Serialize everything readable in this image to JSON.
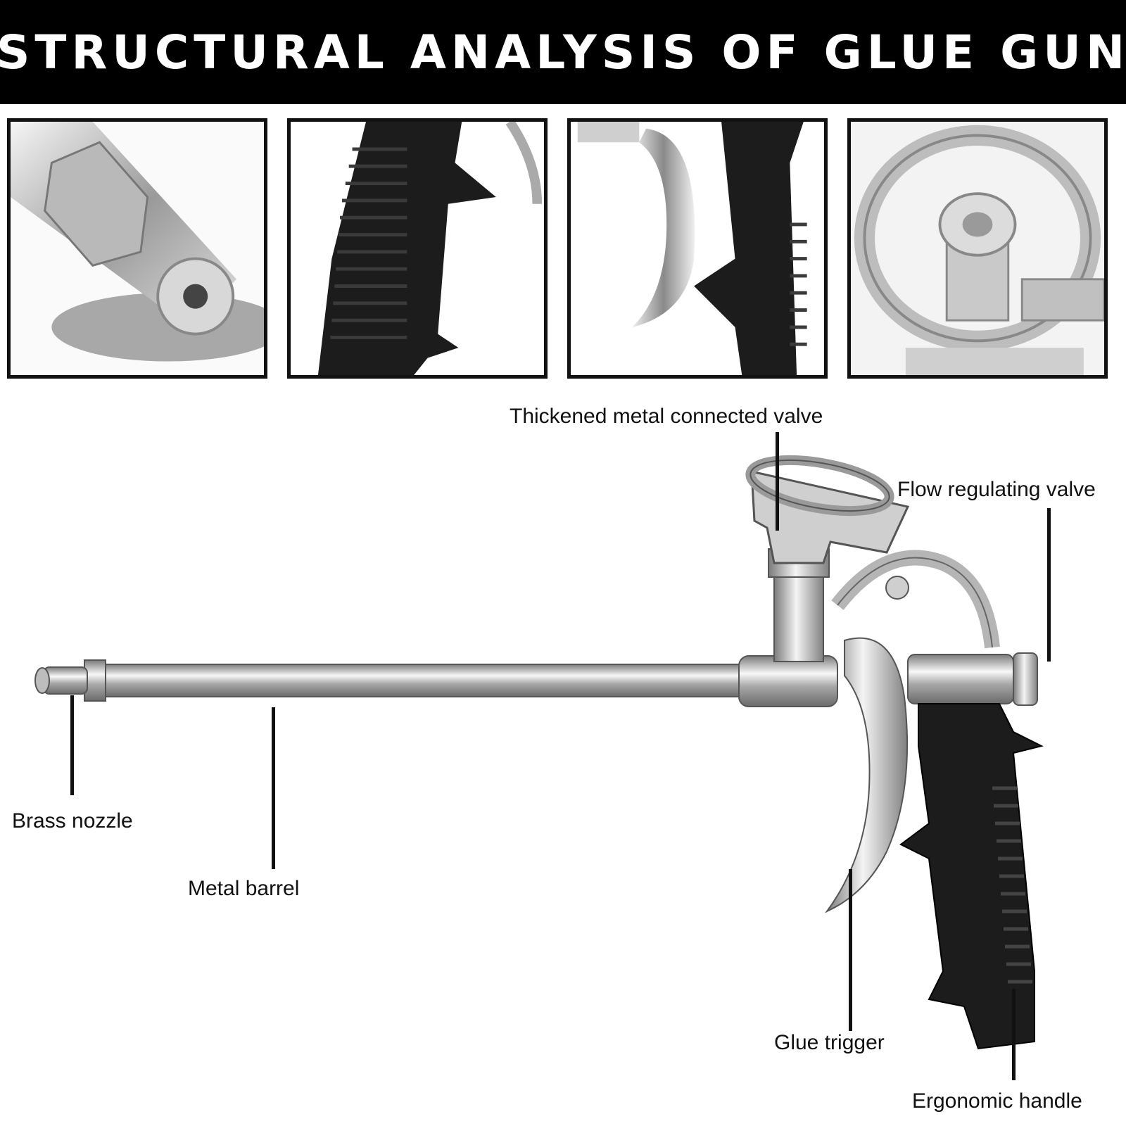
{
  "title": "STRUCTURAL ANALYSIS OF GLUE GUN",
  "callouts": {
    "valve": "Thickened metal connected valve",
    "flow": "Flow regulating valve",
    "nozzle": "Brass nozzle",
    "barrel": "Metal barrel",
    "trigger": "Glue trigger",
    "handle": "Ergonomic handle"
  },
  "colors": {
    "banner": "#000000",
    "chrome": "#c8c8c8",
    "grip": "#1c1c1c"
  }
}
